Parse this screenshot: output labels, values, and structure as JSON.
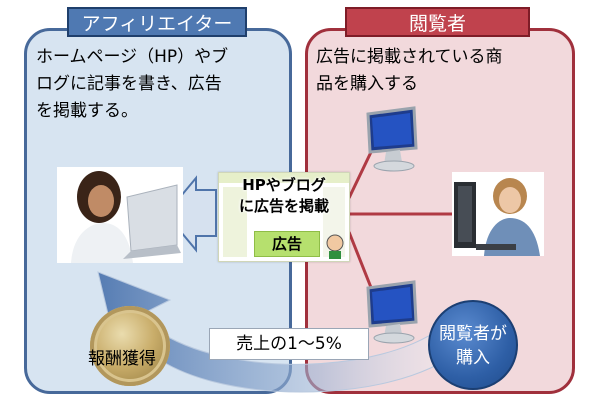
{
  "affiliate": {
    "title": "アフィリエイター",
    "description": "ホームページ（HP）やブ\nログに記事を書き、広告\nを掲載する。"
  },
  "viewer": {
    "title": "閲覧者",
    "description": "広告に掲載されている商\n品を購入する"
  },
  "webpage": {
    "title": "HPやブログ\nに広告を掲載",
    "ad_label": "広告"
  },
  "reward": {
    "label": "報酬獲得"
  },
  "revenue": {
    "label": "売上の1～5%"
  },
  "purchase": {
    "label": "閲覧者が\n購入"
  },
  "colors": {
    "affiliate_panel": "#d7e4f1",
    "affiliate_border": "#47699a",
    "viewer_panel": "#f2d9dc",
    "viewer_border": "#a0303c",
    "connector": "#b03a44"
  }
}
